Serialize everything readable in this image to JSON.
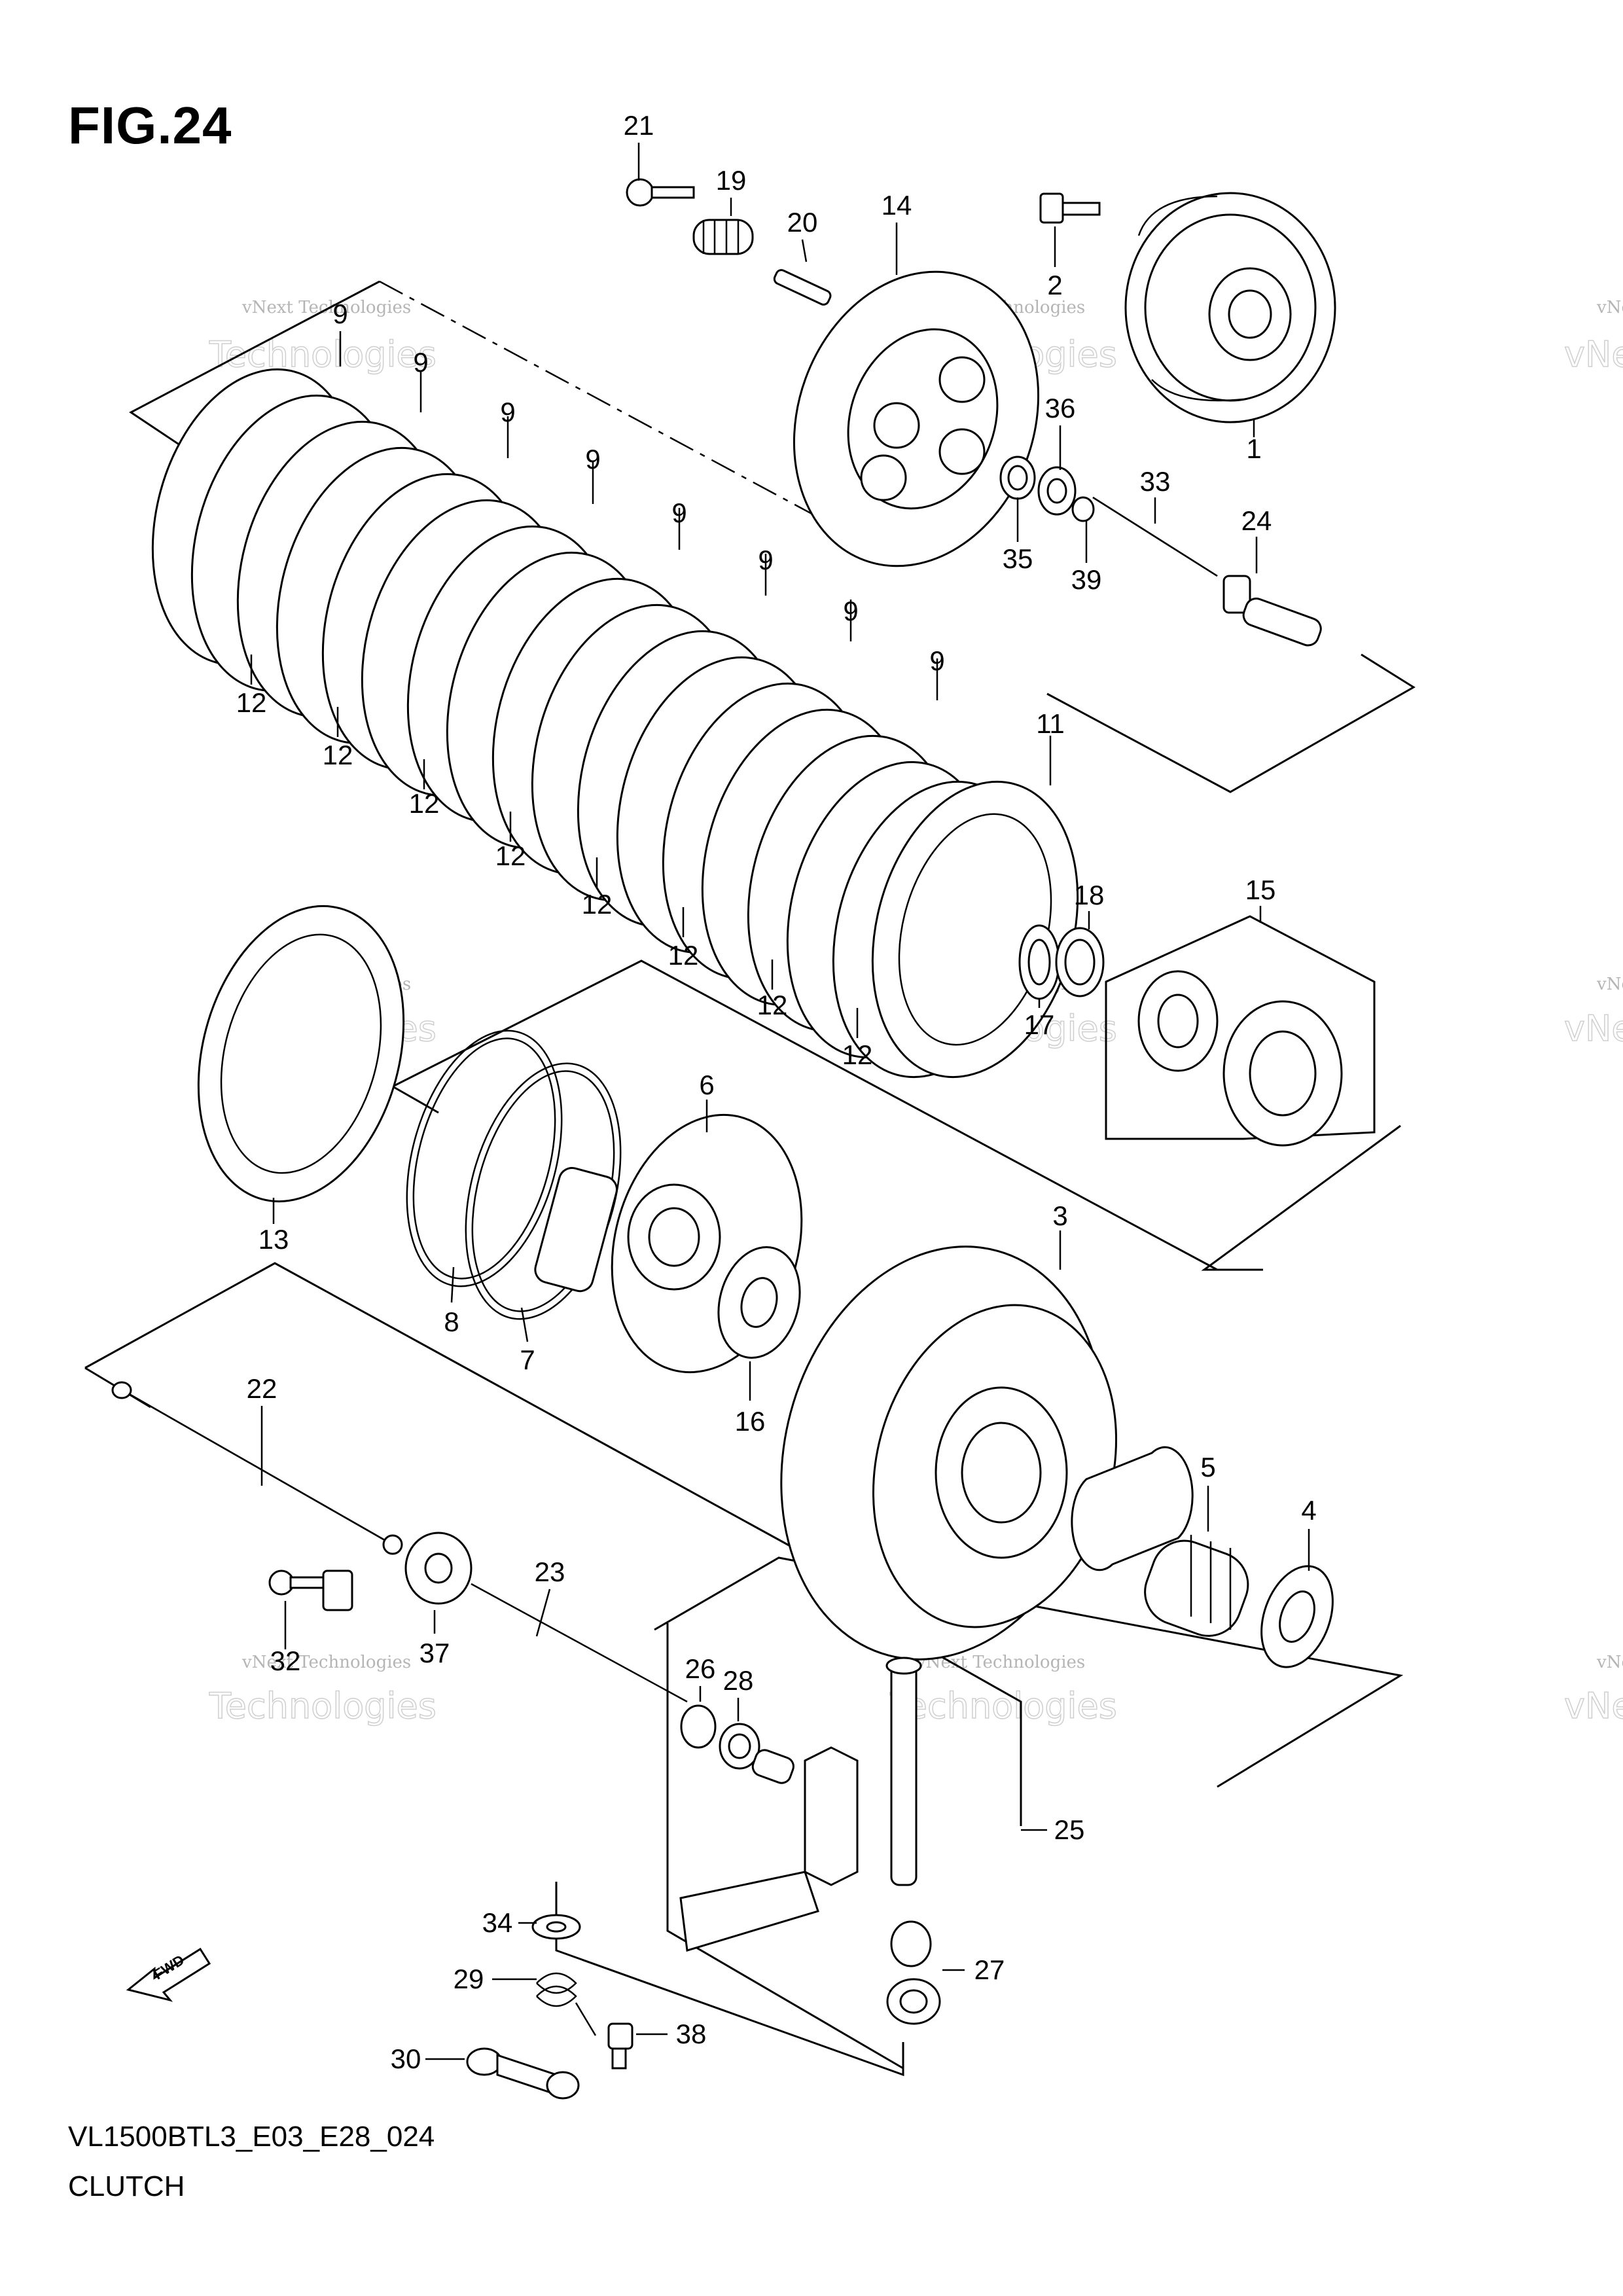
{
  "figure": {
    "title": "FIG.24"
  },
  "footer": {
    "model_code": "VL1500BTL3_E03_E28_024",
    "section": "CLUTCH"
  },
  "watermark": {
    "line1": "vNext Technologies",
    "line2": "vNext",
    "line3": "Technologies"
  },
  "fwd_label": "FWD",
  "callouts": {
    "c1": "1",
    "c2": "2",
    "c3": "3",
    "c4": "4",
    "c5": "5",
    "c6": "6",
    "c7": "7",
    "c8": "8",
    "c9": "9",
    "c11": "11",
    "c12": "12",
    "c13": "13",
    "c14": "14",
    "c15": "15",
    "c16": "16",
    "c17": "17",
    "c18": "18",
    "c19": "19",
    "c20": "20",
    "c21": "21",
    "c22": "22",
    "c23": "23",
    "c24": "24",
    "c25": "25",
    "c26": "26",
    "c27": "27",
    "c28": "28",
    "c29": "29",
    "c30": "30",
    "c32": "32",
    "c33": "33",
    "c34": "34",
    "c35": "35",
    "c36": "36",
    "c37": "37",
    "c38": "38",
    "c39": "39"
  }
}
